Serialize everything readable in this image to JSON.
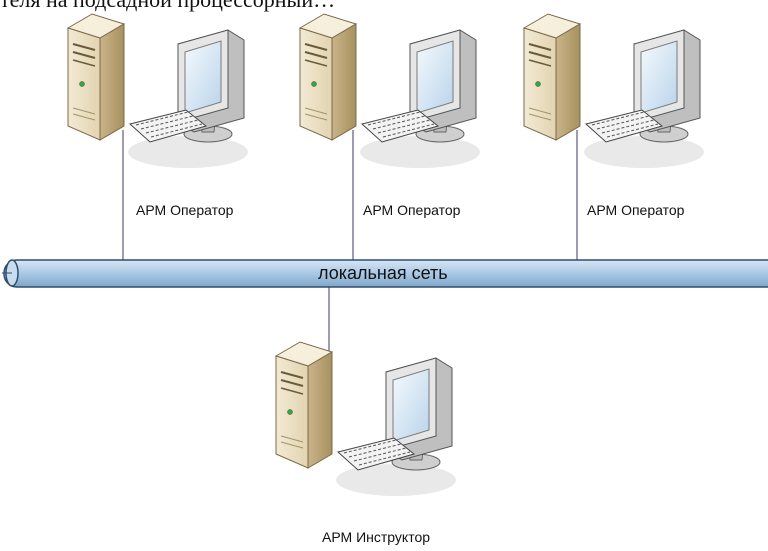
{
  "top_text": "теля на подсадной процессорный…",
  "network": {
    "label": "локальная сеть"
  },
  "workstations": [
    {
      "label": "АРМ Оператор"
    },
    {
      "label": "АРМ Оператор"
    },
    {
      "label": "АРМ Оператор"
    },
    {
      "label": "АРМ Инструктор"
    }
  ],
  "colors": {
    "tower_front": "#e8dcc0",
    "tower_side": "#c9b48a",
    "monitor_frame": "#dcdcdc",
    "screen": "#cfe3f2",
    "bus_fill": "#a9c8e4",
    "bus_stroke": "#2e4f6e",
    "link_line": "#3a3a6a"
  }
}
